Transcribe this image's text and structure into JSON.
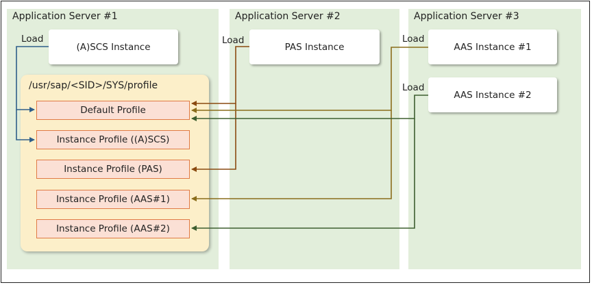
{
  "servers": [
    {
      "title": "Application Server #1"
    },
    {
      "title": "Application Server #2"
    },
    {
      "title": "Application Server #3"
    }
  ],
  "instances": {
    "ascs": "(A)SCS Instance",
    "pas": "PAS Instance",
    "aas1": "AAS Instance #1",
    "aas2": "AAS Instance #2"
  },
  "profile_dir": "/usr/sap/<SID>/SYS/profile",
  "profiles": [
    "Default Profile",
    "Instance Profile ((A)SCS)",
    "Instance Profile (PAS)",
    "Instance Profile (AAS#1)",
    "Instance Profile (AAS#2)"
  ],
  "load_label": "Load",
  "colors": {
    "ascs_arrow": "#2e5f8a",
    "pas_arrow": "#8a4a10",
    "aas1_arrow": "#8a6d1a",
    "aas2_arrow": "#3d5e2f"
  }
}
